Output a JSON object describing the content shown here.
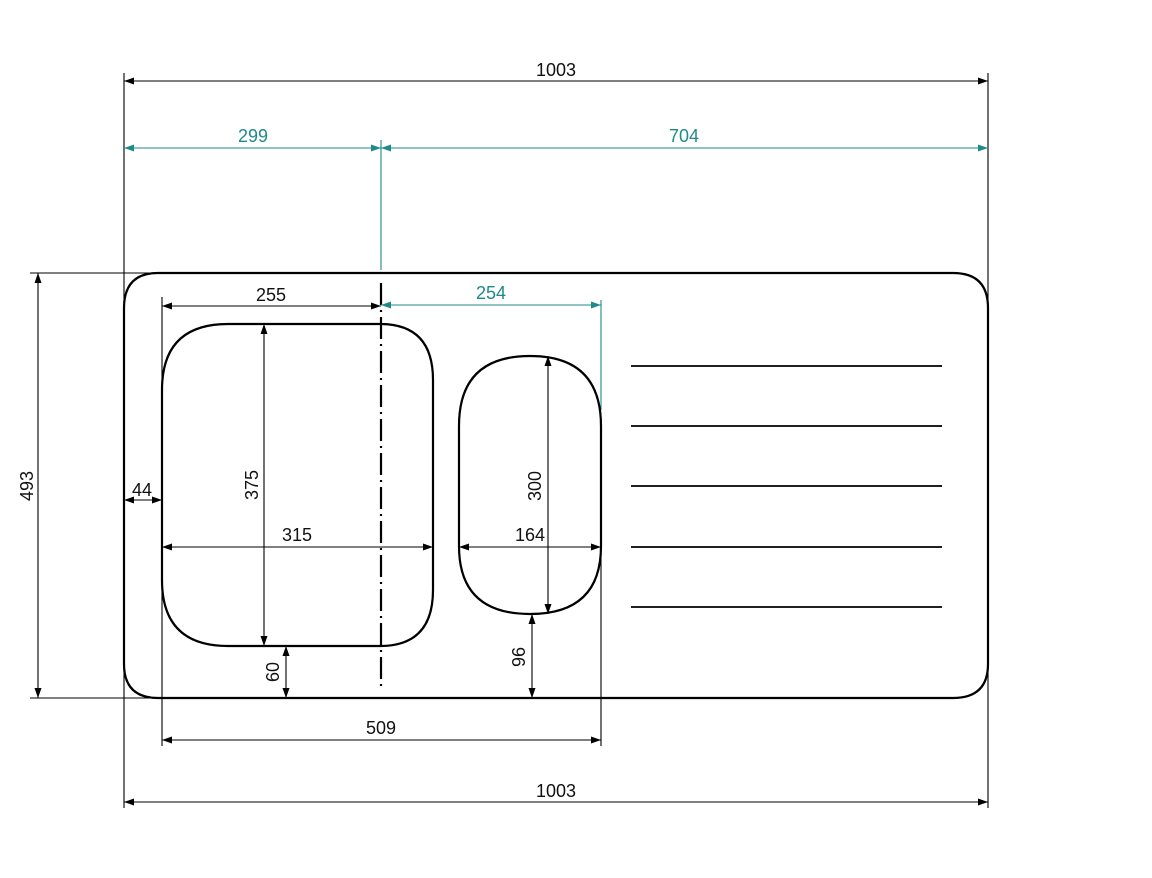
{
  "colors": {
    "outline": "#000000",
    "dimension_dark": "#000000",
    "dimension_teal": "#1f8a8a",
    "background": "#ffffff"
  },
  "dimensions": {
    "overall_width_top": "1003",
    "left_to_axis": "299",
    "axis_to_right": "704",
    "bowl1_half_width": "255",
    "bowl2_offset": "254",
    "height": "493",
    "left_margin": "44",
    "bowl1_height": "375",
    "bowl1_width": "315",
    "bowl2_height": "300",
    "bowl2_width": "164",
    "bowl1_bottom_gap": "60",
    "bowl2_bottom_gap": "96",
    "bowls_span": "509",
    "overall_width_bottom": "1003"
  },
  "drainer": {
    "groove_count": 5
  }
}
